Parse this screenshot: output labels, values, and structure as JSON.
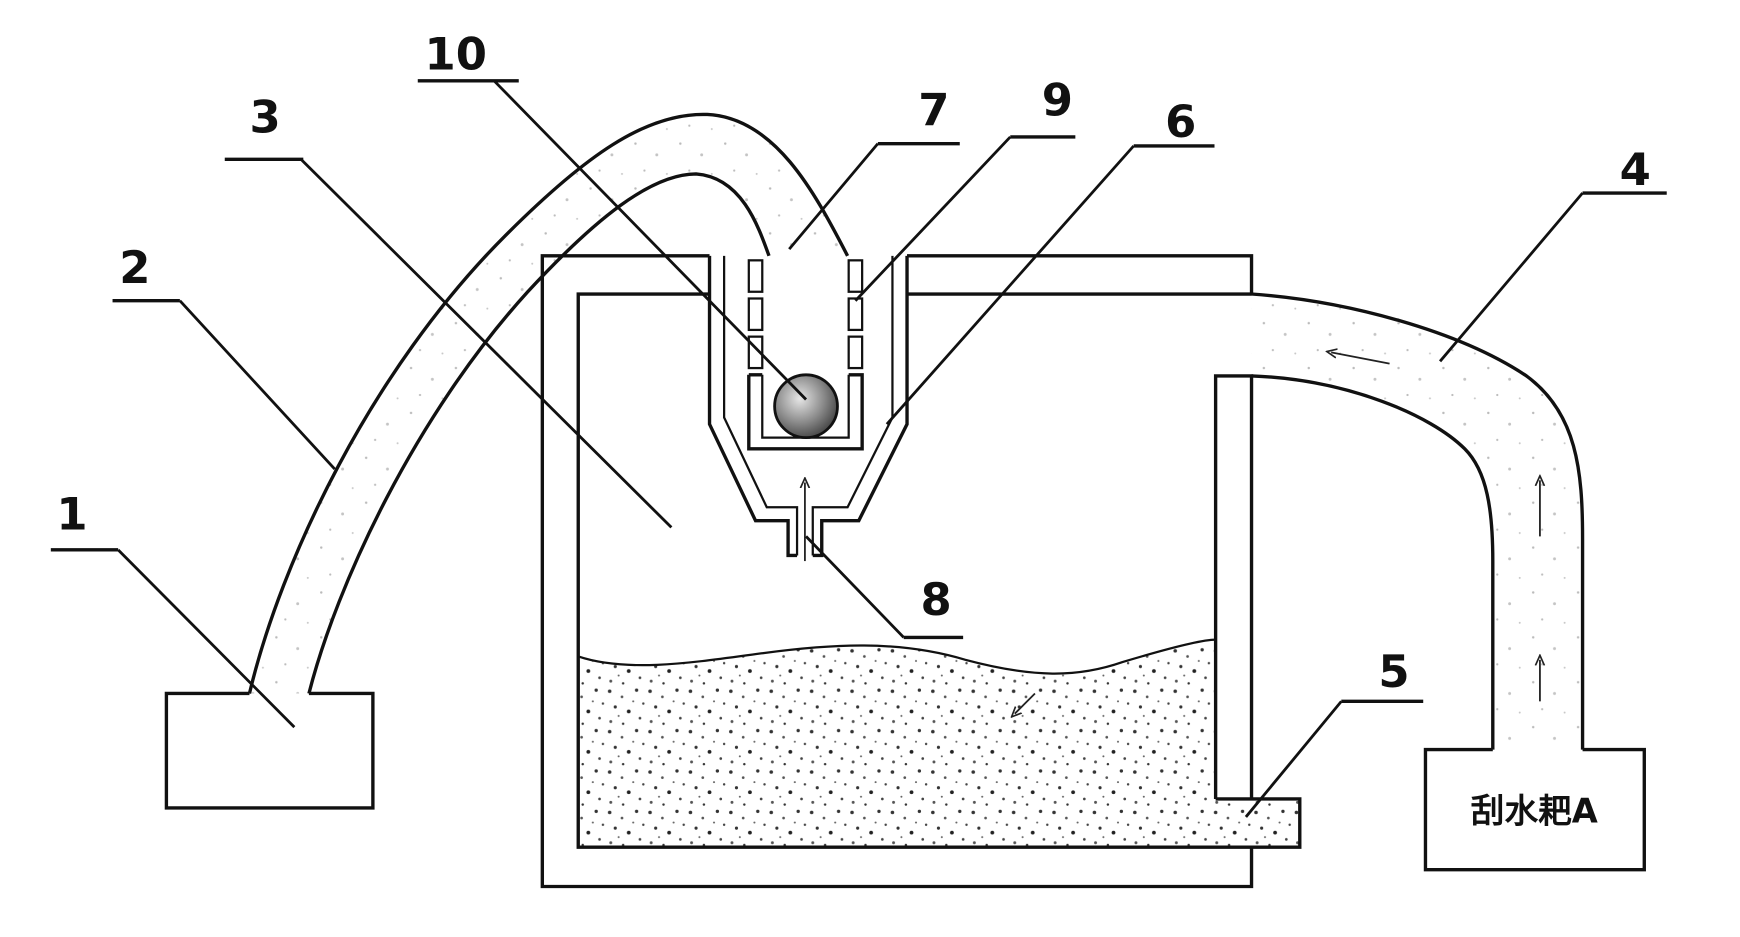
{
  "labels": {
    "p1": "1",
    "p2": "2",
    "p3": "3",
    "p4": "4",
    "p5": "5",
    "p6": "6",
    "p7": "7",
    "p8": "8",
    "p9": "9",
    "p10": "10"
  },
  "box_a": "刮水耙A",
  "colors": {
    "line": "#111111",
    "background": "#ffffff"
  }
}
